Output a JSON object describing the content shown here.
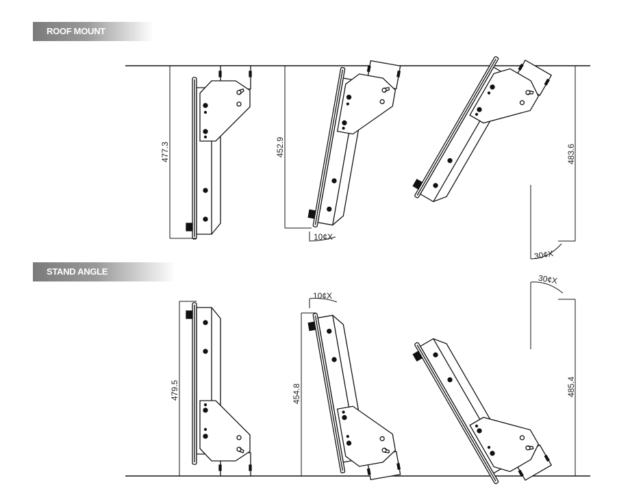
{
  "sections": {
    "roof_mount": {
      "title": "ROOF MOUNT",
      "dimensions": [
        "477.3",
        "452.9",
        "483.6"
      ],
      "angles": [
        "10¢X",
        "30¢X"
      ]
    },
    "stand_angle": {
      "title": "STAND ANGLE",
      "dimensions": [
        "479.5",
        "454.8",
        "485.4"
      ],
      "angles": [
        "10¢X",
        "30¢X"
      ]
    }
  }
}
